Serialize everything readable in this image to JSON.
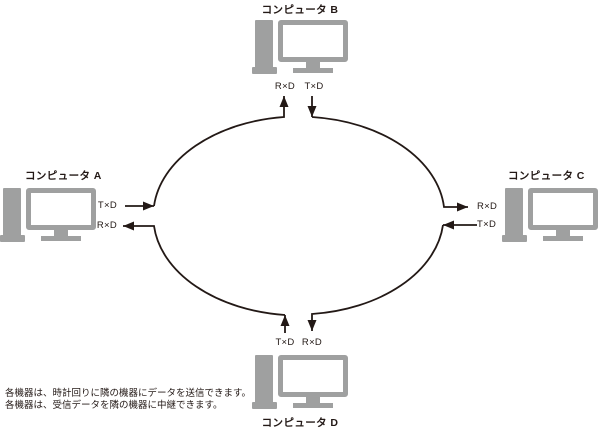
{
  "diagram": {
    "computers": [
      {
        "id": "A",
        "label": "コンピュータ A"
      },
      {
        "id": "B",
        "label": "コンピュータ B"
      },
      {
        "id": "C",
        "label": "コンピュータ C"
      },
      {
        "id": "D",
        "label": "コンピュータ D"
      }
    ],
    "port_labels": {
      "tx": "T×D",
      "rx": "R×D"
    },
    "flow": {
      "direction": "clockwise",
      "order": [
        "A",
        "B",
        "C",
        "D"
      ]
    },
    "note_lines": [
      "各機器は、時計回りに隣の機器にデータを送信できます。",
      "各機器は、受信データを隣の機器に中継できます。"
    ],
    "colors": {
      "line": "#231916",
      "device_gray": "#9fa0a0",
      "screen": "#ffffff",
      "background": "#ffffff"
    }
  }
}
